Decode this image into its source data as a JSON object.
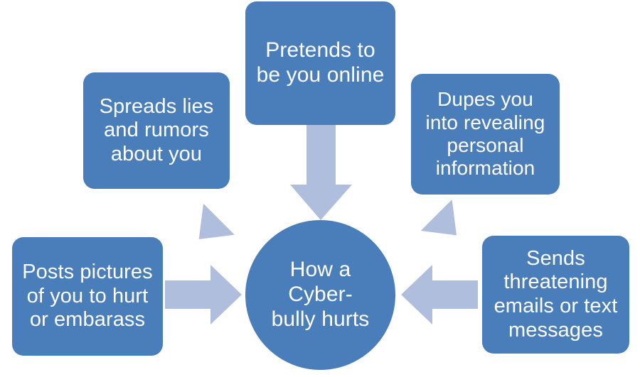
{
  "diagram": {
    "title": "How a Cyber-bully hurts",
    "type": "radial-hub-and-spoke",
    "colors": {
      "node_fill": "#4a7ebb",
      "node_text": "#ffffff",
      "arrow_fill": "#afbedc",
      "background": "#ffffff"
    },
    "hub": {
      "id": "hub",
      "shape": "circle",
      "label": "How a\nCyber-\nbully hurts"
    },
    "nodes": [
      {
        "id": "pretends",
        "shape": "rounded-rectangle",
        "position": "top-center",
        "label": "Pretends to\nbe you online"
      },
      {
        "id": "spreads-lies",
        "shape": "rounded-rectangle",
        "position": "upper-left",
        "label": "Spreads lies\nand rumors\nabout you"
      },
      {
        "id": "dupes",
        "shape": "rounded-rectangle",
        "position": "upper-right",
        "label": "Dupes you\ninto revealing\npersonal\ninformation"
      },
      {
        "id": "posts-pictures",
        "shape": "rounded-rectangle",
        "position": "left",
        "label": "Posts pictures\nof you to hurt\nor embarass"
      },
      {
        "id": "sends-threats",
        "shape": "rounded-rectangle",
        "position": "right",
        "label": "Sends\nthreatening\nemails or text\nmessages"
      }
    ],
    "arrows": [
      {
        "id": "arrow-spreads-to-hub",
        "from": "spreads-lies",
        "to": "hub",
        "direction": "down-right"
      },
      {
        "id": "arrow-pretends-to-hub",
        "from": "pretends",
        "to": "hub",
        "direction": "down"
      },
      {
        "id": "arrow-dupes-to-hub",
        "from": "dupes",
        "to": "hub",
        "direction": "down-left"
      },
      {
        "id": "arrow-posts-to-hub",
        "from": "posts-pictures",
        "to": "hub",
        "direction": "right"
      },
      {
        "id": "arrow-sends-to-hub",
        "from": "sends-threats",
        "to": "hub",
        "direction": "left"
      }
    ]
  }
}
